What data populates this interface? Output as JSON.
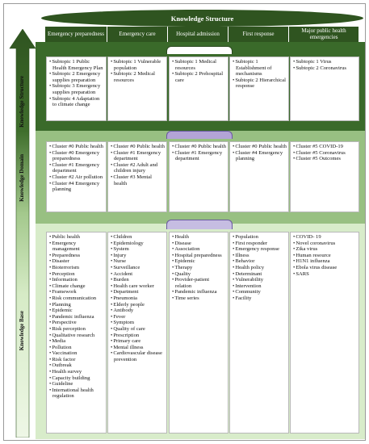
{
  "title": "Knowledge Structure",
  "headers": [
    "Emergency preparedness",
    "Emergency care",
    "Hospital admission",
    "First response",
    "Major public health emergencies"
  ],
  "levels": [
    {
      "label": "Knowledge Structure"
    },
    {
      "label": "Knowledge Domain"
    },
    {
      "label": "Knowledge Base"
    }
  ],
  "rows": [
    [
      [
        "Subtopic 1 Public Health Emergency Plan",
        "Subtopic 2 Emergency supplies preparation",
        "Subtopic 3 Emergency supplies preparation",
        "Subtopic 4 Adaptation to climate change"
      ],
      [
        "Subtopic 1 Vulnerable population",
        "Subtopic 2 Medical resources"
      ],
      [
        "Subtopic 1 Medical resources",
        "Subtopic 2 Prehospital care"
      ],
      [
        "Subtopic 1 Establishment of mechanisms",
        "Subtopic 2 Hierarchical response"
      ],
      [
        "Subtopic 1 Virus",
        "Subtopic 2 Coronavirus"
      ]
    ],
    [
      [
        "Cluster #0 Public health",
        "Cluster #0 Emergency preparedness",
        "Cluster #1 Emergency department",
        "Cluster #2 Air pollution",
        "Cluster #4 Emergency planning"
      ],
      [
        "Cluster #0 Public health",
        "Cluster #1 Emergency department",
        "Cluster #2 Adult and children injury",
        "Cluster #3 Mental health"
      ],
      [
        "Cluster #0 Public health",
        "Cluster #1 Emergency department"
      ],
      [
        "Cluster #0 Public health",
        "Cluster #4 Emergency planning"
      ],
      [
        "Cluster #5 COVID-19",
        "Cluster #5 Coronavirus",
        "Cluster #5 Outcomes"
      ]
    ],
    [
      [
        "Public health",
        "Emergency management",
        "Preparedness",
        "Disaster",
        "Bioterrorism",
        "Perception",
        "Information",
        "Climate change",
        "Framework",
        "Risk communication",
        "Planning",
        "Epidemic",
        "Pandemic influenza",
        "Perspective",
        "Risk perception",
        "Qualitative research",
        "Media",
        "Pollution",
        "Vaccination",
        "Risk factor",
        "Outbreak",
        "Health survey",
        "Capacity building",
        "Guideline",
        "International health regulation"
      ],
      [
        "Children",
        "Epidemiology",
        "System",
        "Injury",
        "Nurse",
        "Surveillance",
        "Accident",
        "Burden",
        "Health care worker",
        "Department",
        "Pneumonia",
        "Elderly people",
        "Antibody",
        "Fever",
        "Symptom",
        "Quality of care",
        "Prescription",
        "Primary care",
        "Mental illness",
        "Cardiovascular disease prevention"
      ],
      [
        "Health",
        "Disease",
        "Association",
        "Hospital preparedness",
        "Epidemic",
        "Therapy",
        "Quality",
        "Provider-patient relation",
        "Pandemic influenza",
        "Time series"
      ],
      [
        "Population",
        "First responder",
        "Emergency response",
        "Illness",
        "Behavior",
        "Health policy",
        "Determinant",
        "Vulnerability",
        "Intervention",
        "Community",
        "Facility"
      ],
      [
        "COVID- 19",
        "Novel coronavirus",
        "Zika virus",
        "Human resource",
        "H1N1 influenza",
        "Ebola virus disease",
        "SARS"
      ]
    ]
  ]
}
